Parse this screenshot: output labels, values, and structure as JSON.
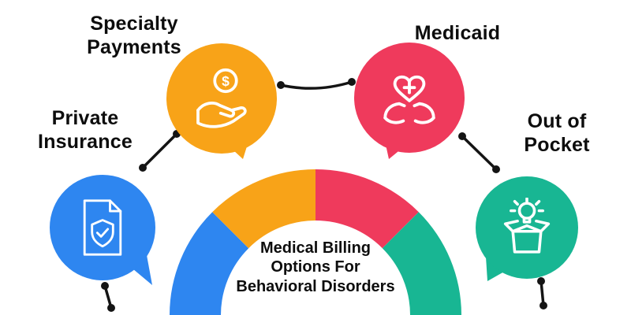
{
  "gauge": {
    "title_line1": "Medical Billing",
    "title_line2": "Options For",
    "title_line3": "Behavioral Disorders",
    "segments": {
      "private_insurance": {
        "color": "#2E86F0"
      },
      "specialty_payments": {
        "color": "#F8A318"
      },
      "medicaid": {
        "color": "#EF3A5C"
      },
      "out_of_pocket": {
        "color": "#18B693"
      }
    }
  },
  "bubbles": {
    "private_insurance": {
      "label_line1": "Private",
      "label_line2": "Insurance",
      "color": "#2E86F0",
      "icon": "document-shield-check-icon"
    },
    "specialty_payments": {
      "label_line1": "Specialty",
      "label_line2": "Payments",
      "color": "#F8A318",
      "icon": "hand-holding-dollar-coin-icon",
      "coin_symbol": "$"
    },
    "medicaid": {
      "label": "Medicaid",
      "color": "#EF3A5C",
      "icon": "hands-holding-medical-heart-icon"
    },
    "out_of_pocket": {
      "label_line1": "Out of",
      "label_line2": "Pocket",
      "color": "#18B693",
      "icon": "open-box-lightbulb-icon"
    }
  },
  "connectors": {
    "color": "#141414"
  },
  "text_color": "#0D0D0D"
}
